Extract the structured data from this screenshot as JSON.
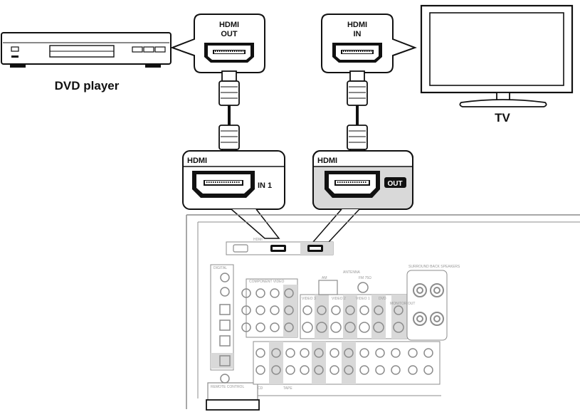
{
  "devices": {
    "dvd_player_label": "DVD player",
    "tv_label": "TV"
  },
  "callouts": {
    "dvd_port_line1": "HDMI",
    "dvd_port_line2": "OUT",
    "tv_port_line1": "HDMI",
    "tv_port_line2": "IN",
    "receiver_in_header": "HDMI",
    "receiver_in_label": "IN 1",
    "receiver_out_header": "HDMI",
    "receiver_out_label": "OUT"
  },
  "receiver_panel": {
    "hdmi_title": "HDMI",
    "antenna_label": "ANTENNA",
    "am_label": "AM",
    "fm_label": "FM 75Ω",
    "digital_label": "DIGITAL",
    "component_label": "COMPONENT VIDEO",
    "surround_back_label": "SURROUND BACK SPEAKERS",
    "video1_label": "VIDEO 1",
    "video2_label": "VIDEO 2",
    "video3_label": "VIDEO 3",
    "dvd_label": "DVD",
    "tape_label": "TAPE",
    "cd_label": "CD",
    "monitor_out_label": "MONITOR OUT",
    "remote_label": "REMOTE CONTROL"
  },
  "colors": {
    "outline": "#111111",
    "panel_gray": "#8c8c8c",
    "shade": "#d9d9d9"
  }
}
